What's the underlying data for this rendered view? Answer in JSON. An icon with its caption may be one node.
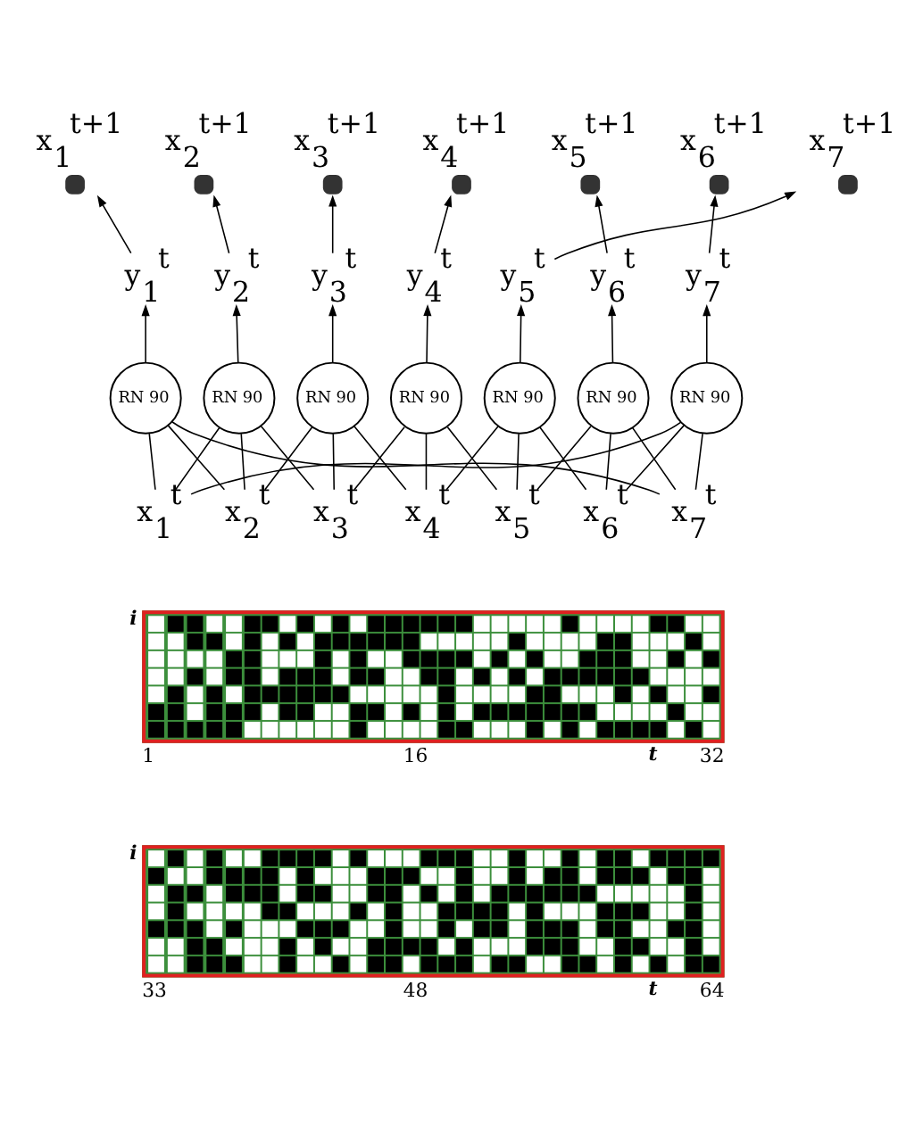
{
  "diagram": {
    "nodes": [
      {
        "text": [
          "x$_{1}$$^{t+1}$"
        ]
      },
      {
        "text": [
          "x$_{2}$$^{t+1}$"
        ]
      },
      {
        "text": [
          "x$_{3}$$^{t+1}$"
        ]
      },
      {
        "text": [
          "x$_{4}$$^{t+1}$"
        ]
      },
      {
        "text": [
          "x$_{5}$$^{t+1}$"
        ]
      },
      {
        "text": [
          "x$_{6}$$^{t+1}$"
        ]
      },
      {
        "text": [
          "x$_{7}$$^{t+1}$"
        ]
      },
      {
        "text": [
          "y$_{1}$$^{t}$"
        ]
      },
      {
        "text": [
          "y$_{2}$$^{t}$"
        ]
      },
      {
        "text": [
          "y$_{3}$$^{t}$"
        ]
      },
      {
        "text": [
          "y$_{4}$$^{t}$"
        ]
      },
      {
        "text": [
          "y$_{5}$$^{t}$"
        ]
      },
      {
        "text": [
          "y$_{6}$$^{t}$"
        ]
      },
      {
        "text": [
          "y$_{7}$$^{t}$"
        ]
      },
      {
        "text": [
          "RN 90"
        ]
      },
      {
        "text": [
          "RN 90"
        ]
      },
      {
        "text": [
          "RN 90"
        ]
      },
      {
        "text": [
          "RN 90"
        ]
      },
      {
        "text": [
          "RN 90"
        ]
      },
      {
        "text": [
          "RN 90"
        ]
      },
      {
        "text": [
          "RN 90"
        ]
      },
      {
        "text": [
          "x$_{1}$$^{t}$"
        ]
      },
      {
        "text": [
          "x$_{2}$$^{t}$"
        ]
      },
      {
        "text": [
          "x$_{3}$$^{t}$"
        ]
      },
      {
        "text": [
          "x$_{4}$$^{t}$"
        ]
      },
      {
        "text": [
          "x$_{5}$$^{t}$"
        ]
      },
      {
        "text": [
          "x$_{6}$$^{t}$"
        ]
      },
      {
        "text": [
          "x$_{7}$$^{t}$"
        ]
      }
    ],
    "edges": [
      {
        "from": 21,
        "to": 14,
        "arrow": "none"
      },
      {
        "from": 21,
        "to": 15,
        "arrow": "none"
      },
      {
        "from": 21,
        "to": 20,
        "arrow": "none"
      },
      {
        "from": 22,
        "to": 14,
        "arrow": "none"
      },
      {
        "from": 22,
        "to": 15,
        "arrow": "none"
      },
      {
        "from": 22,
        "to": 16,
        "arrow": "none"
      },
      {
        "from": 23,
        "to": 15,
        "arrow": "none"
      },
      {
        "from": 23,
        "to": 16,
        "arrow": "none"
      },
      {
        "from": 23,
        "to": 17,
        "arrow": "none"
      },
      {
        "from": 24,
        "to": 16,
        "arrow": "none"
      },
      {
        "from": 24,
        "to": 17,
        "arrow": "none"
      },
      {
        "from": 24,
        "to": 18,
        "arrow": "none"
      },
      {
        "from": 25,
        "to": 17,
        "arrow": "none"
      },
      {
        "from": 25,
        "to": 18,
        "arrow": "none"
      },
      {
        "from": 25,
        "to": 19,
        "arrow": "none"
      },
      {
        "from": 26,
        "to": 18,
        "arrow": "none"
      },
      {
        "from": 26,
        "to": 19,
        "arrow": "none"
      },
      {
        "from": 26,
        "to": 20,
        "arrow": "none"
      },
      {
        "from": 27,
        "to": 14,
        "arrow": "none"
      },
      {
        "from": 27,
        "to": 19,
        "arrow": "none"
      },
      {
        "from": 27,
        "to": 20,
        "arrow": "none"
      },
      {
        "from": 14,
        "to": 7,
        "arrow": "to"
      },
      {
        "from": 15,
        "to": 8,
        "arrow": "to"
      },
      {
        "from": 16,
        "to": 9,
        "arrow": "to"
      },
      {
        "from": 17,
        "to": 10,
        "arrow": "to"
      },
      {
        "from": 18,
        "to": 11,
        "arrow": "to"
      },
      {
        "from": 19,
        "to": 12,
        "arrow": "to"
      },
      {
        "from": 20,
        "to": 13,
        "arrow": "to"
      },
      {
        "from": 7,
        "to": 0,
        "arrow": "to"
      },
      {
        "from": 8,
        "to": 1,
        "arrow": "to"
      },
      {
        "from": 9,
        "to": 2,
        "arrow": "to"
      },
      {
        "from": 10,
        "to": 3,
        "arrow": "to"
      },
      {
        "from": 11,
        "to": 6,
        "arrow": "to"
      },
      {
        "from": 12,
        "to": 4,
        "arrow": "to"
      },
      {
        "from": 13,
        "to": 5,
        "arrow": "to"
      }
    ],
    "labels": [
      "i",
      "1",
      "16",
      "t",
      "32",
      "i",
      "33",
      "48",
      "t",
      "64"
    ]
  }
}
